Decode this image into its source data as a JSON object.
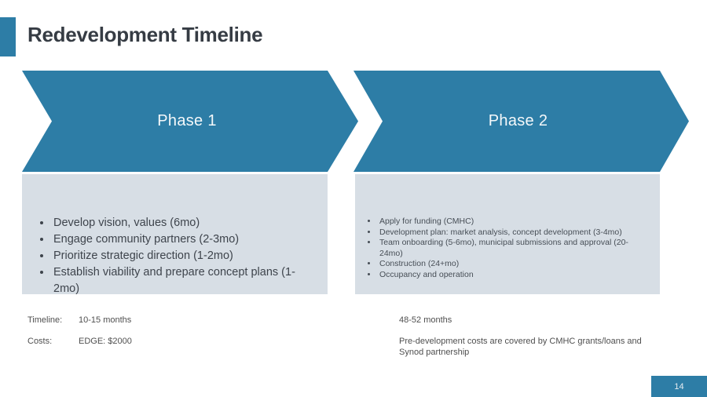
{
  "slide": {
    "title": "Redevelopment Timeline",
    "page_number": "14"
  },
  "colors": {
    "accent_blue": "#2d7da6",
    "panel_gray": "#d7dee5",
    "title_text": "#363c44",
    "phase_label_text": "#f4f8fa"
  },
  "phases": [
    {
      "label": "Phase 1",
      "bullets": [
        "Develop vision, values (6mo)",
        "Engage community partners (2-3mo)",
        "Prioritize strategic direction (1-2mo)",
        "Establish viability and prepare concept plans (1-2mo)"
      ],
      "timeline": "10-15 months",
      "costs": "EDGE: $2000"
    },
    {
      "label": "Phase 2",
      "bullets": [
        "Apply for funding (CMHC)",
        "Development plan: market analysis, concept development (3-4mo)",
        "Team onboarding (5-6mo), municipal submissions and approval (20-24mo)",
        "Construction (24+mo)",
        "Occupancy and operation"
      ],
      "timeline": "48-52 months",
      "costs": "Pre-development costs are covered by CMHC grants/loans and Synod partnership"
    }
  ],
  "footer": {
    "timeline_label": "Timeline:",
    "costs_label": "Costs:"
  }
}
